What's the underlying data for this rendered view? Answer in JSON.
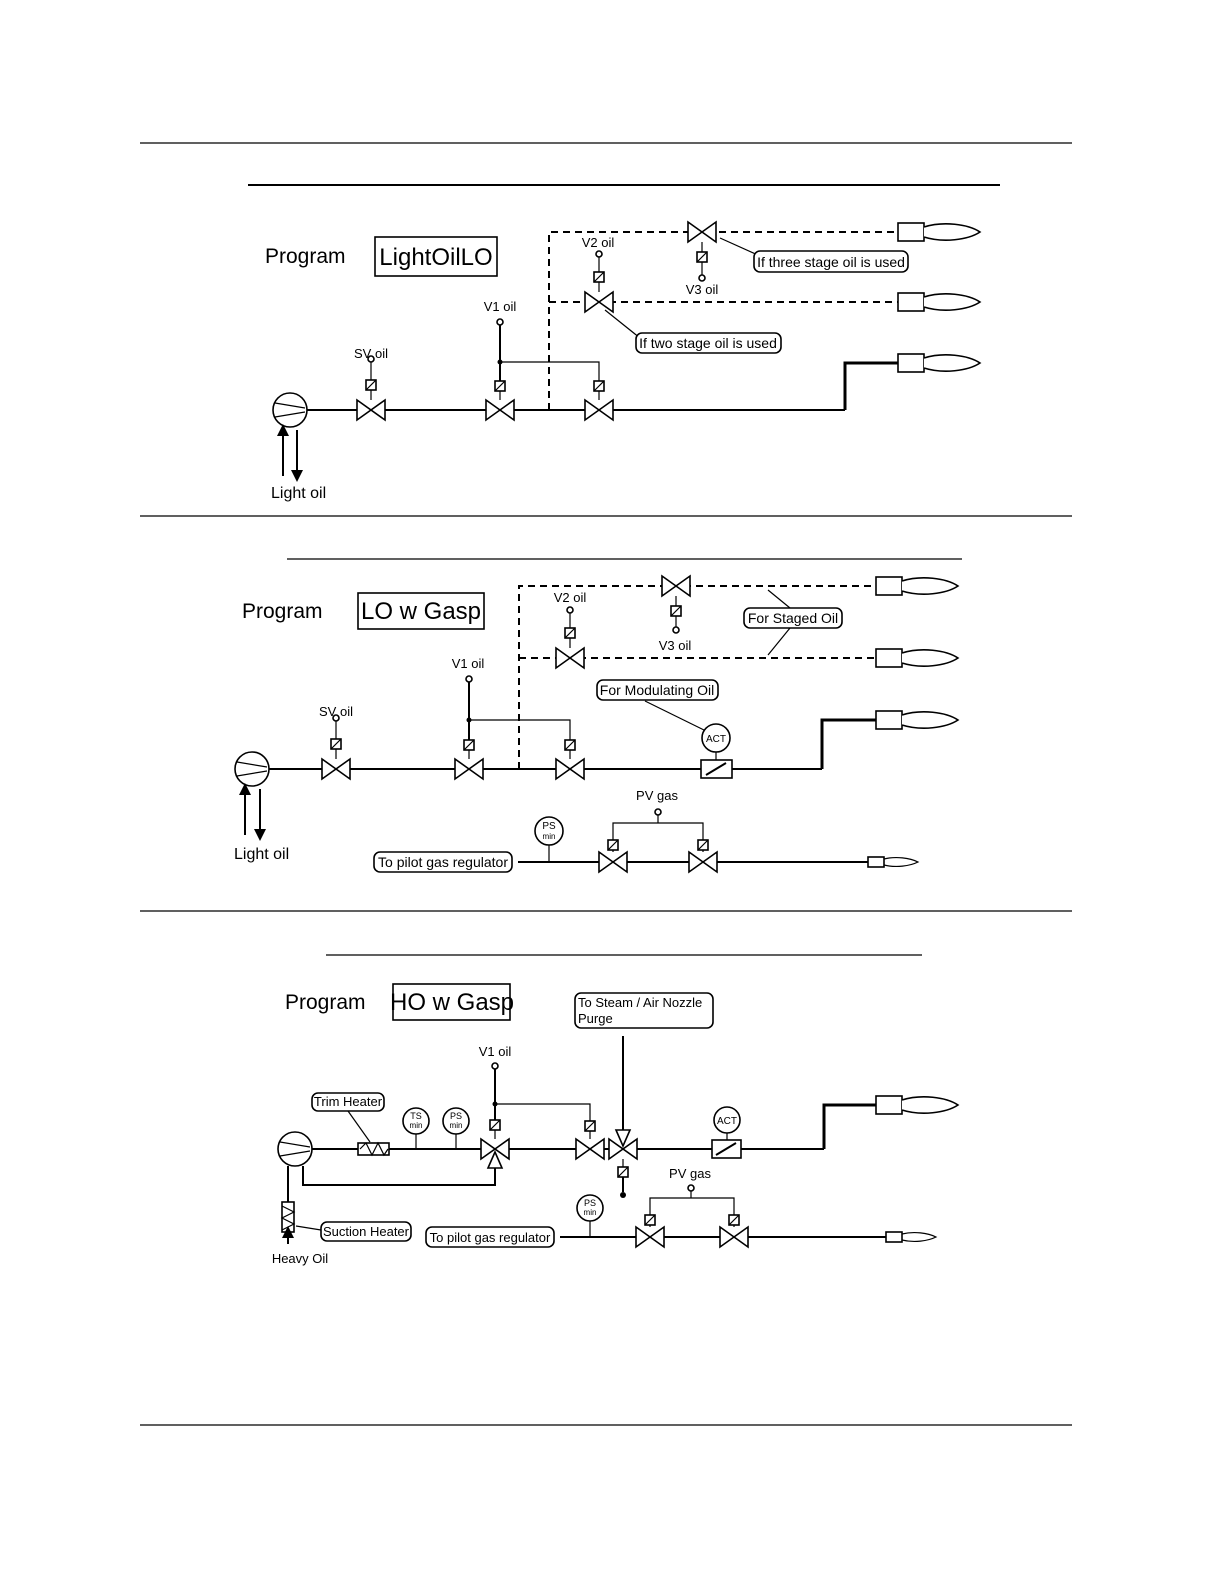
{
  "program_label": "Program",
  "panels": [
    {
      "program_name": "LightOilLO",
      "labels": {
        "sv_oil": "SV oil",
        "v1_oil": "V1 oil",
        "v2_oil": "V2 oil",
        "v3_oil": "V3 oil",
        "fuel": "Light oil"
      },
      "callouts": {
        "three_stage": "If three stage oil is used",
        "two_stage": "If two stage oil is used"
      }
    },
    {
      "program_name": "LO w Gasp",
      "labels": {
        "sv_oil": "SV oil",
        "v1_oil": "V1 oil",
        "v2_oil": "V2 oil",
        "v3_oil": "V3 oil",
        "pv_gas": "PV gas",
        "fuel": "Light oil",
        "act": "ACT",
        "ps": "PS",
        "min": "min"
      },
      "callouts": {
        "staged": "For Staged Oil",
        "modulating": "For Modulating Oil",
        "pilot": "To pilot gas regulator"
      }
    },
    {
      "program_name": "HO w Gasp",
      "labels": {
        "v1_oil": "V1 oil",
        "pv_gas": "PV gas",
        "fuel": "Heavy Oil",
        "act": "ACT",
        "ts": "TS",
        "ps": "PS",
        "min": "min"
      },
      "callouts": {
        "trim_heater": "Trim Heater",
        "suction_heater": "Suction Heater",
        "pilot": "To pilot gas regulator",
        "steam_line1": "To Steam / Air Nozzle",
        "steam_line2": "Purge"
      }
    }
  ]
}
